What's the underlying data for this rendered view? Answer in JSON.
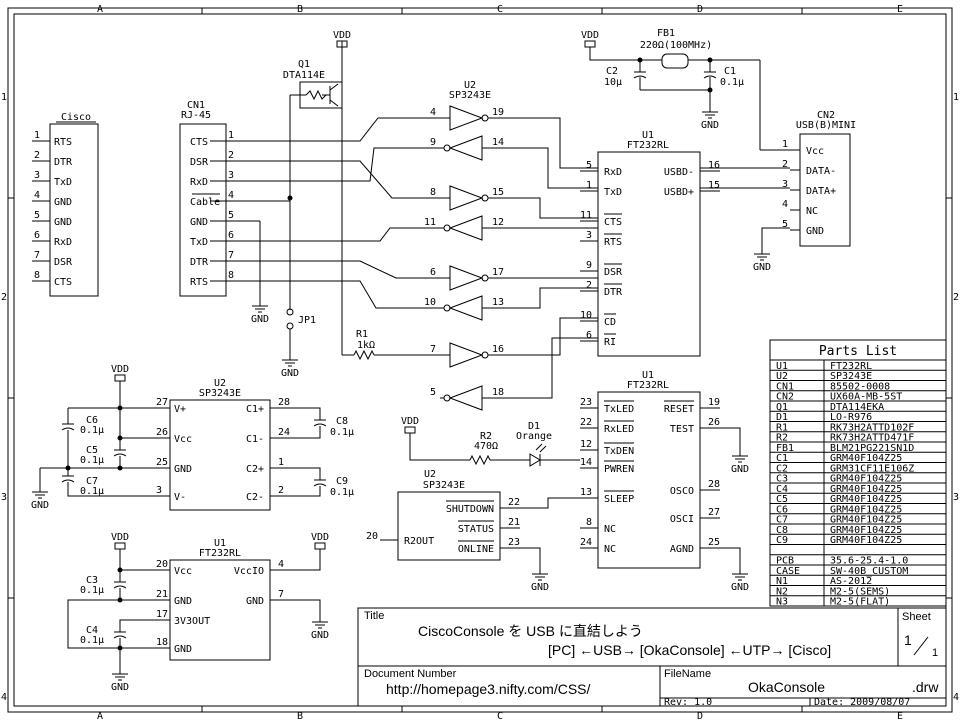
{
  "frame": {
    "columns": [
      "A",
      "B",
      "C",
      "D",
      "E"
    ],
    "rows": [
      "1",
      "2",
      "3",
      "4"
    ]
  },
  "power": {
    "vdd": "VDD",
    "gnd": "GND"
  },
  "cisco": {
    "title": "Cisco",
    "pins": [
      {
        "num": "1",
        "name": "RTS"
      },
      {
        "num": "2",
        "name": "DTR"
      },
      {
        "num": "3",
        "name": "TxD"
      },
      {
        "num": "4",
        "name": "GND"
      },
      {
        "num": "5",
        "name": "GND"
      },
      {
        "num": "6",
        "name": "RxD"
      },
      {
        "num": "7",
        "name": "DSR"
      },
      {
        "num": "8",
        "name": "CTS"
      }
    ]
  },
  "cn1": {
    "ref": "CN1",
    "type": "RJ-45",
    "pins": [
      {
        "num": "1",
        "name": "CTS"
      },
      {
        "num": "2",
        "name": "DSR"
      },
      {
        "num": "3",
        "name": "RxD"
      },
      {
        "num": "4",
        "name": "Cable"
      },
      {
        "num": "5",
        "name": "GND"
      },
      {
        "num": "6",
        "name": "TxD"
      },
      {
        "num": "7",
        "name": "DTR"
      },
      {
        "num": "8",
        "name": "RTS"
      }
    ]
  },
  "q1": {
    "ref": "Q1",
    "type": "DTA114E"
  },
  "jp1": "JP1",
  "r1": {
    "ref": "R1",
    "value": "1kΩ"
  },
  "r2": {
    "ref": "R2",
    "value": "470Ω"
  },
  "d1": {
    "ref": "D1",
    "value": "Orange"
  },
  "fb1": {
    "ref": "FB1",
    "value": "220Ω(100MHz)"
  },
  "c1": {
    "ref": "C1",
    "value": "0.1μ"
  },
  "c2": {
    "ref": "C2",
    "value": "10μ"
  },
  "u2_top": {
    "ref": "U2",
    "type": "SP3243E",
    "pins": [
      "4",
      "19",
      "9",
      "14",
      "8",
      "15",
      "11",
      "12",
      "6",
      "17",
      "10",
      "13",
      "7",
      "16",
      "5",
      "18"
    ]
  },
  "u1_top": {
    "ref": "U1",
    "type": "FT232RL",
    "left": [
      {
        "num": "5",
        "name": "RxD"
      },
      {
        "num": "1",
        "name": "TxD"
      },
      {
        "num": "11",
        "name": "CTS"
      },
      {
        "num": "3",
        "name": "RTS"
      },
      {
        "num": "9",
        "name": "DSR"
      },
      {
        "num": "2",
        "name": "DTR"
      },
      {
        "num": "10",
        "name": "CD"
      },
      {
        "num": "6",
        "name": "RI"
      }
    ],
    "right": [
      {
        "num": "16",
        "name": "USBD-"
      },
      {
        "num": "15",
        "name": "USBD+"
      }
    ]
  },
  "cn2": {
    "ref": "CN2",
    "type": "USB(B)MINI",
    "pins": [
      {
        "num": "1",
        "name": "Vcc"
      },
      {
        "num": "2",
        "name": "DATA-"
      },
      {
        "num": "3",
        "name": "DATA+"
      },
      {
        "num": "4",
        "name": "NC"
      },
      {
        "num": "5",
        "name": "GND"
      }
    ]
  },
  "u2_power": {
    "ref": "U2",
    "type": "SP3243E",
    "left": [
      {
        "num": "27",
        "name": "V+"
      },
      {
        "num": "26",
        "name": "Vcc"
      },
      {
        "num": "25",
        "name": "GND"
      },
      {
        "num": "3",
        "name": "V-"
      }
    ],
    "right": [
      {
        "num": "28",
        "name": "C1+"
      },
      {
        "num": "24",
        "name": "C1-"
      },
      {
        "num": "1",
        "name": "C2+"
      },
      {
        "num": "2",
        "name": "C2-"
      }
    ],
    "caps": [
      {
        "ref": "C6",
        "value": "0.1μ"
      },
      {
        "ref": "C5",
        "value": "0.1μ"
      },
      {
        "ref": "C7",
        "value": "0.1μ"
      },
      {
        "ref": "C8",
        "value": "0.1μ"
      },
      {
        "ref": "C9",
        "value": "0.1μ"
      }
    ]
  },
  "u1_power": {
    "ref": "U1",
    "type": "FT232RL",
    "left": [
      {
        "num": "20",
        "name": "Vcc"
      },
      {
        "num": "21",
        "name": "GND"
      },
      {
        "num": "17",
        "name": "3V3OUT"
      },
      {
        "num": "18",
        "name": "GND"
      }
    ],
    "right": [
      {
        "num": "4",
        "name": "VccIO"
      },
      {
        "num": "7",
        "name": "GND"
      }
    ],
    "caps": [
      {
        "ref": "C3",
        "value": "0.1μ"
      },
      {
        "ref": "C4",
        "value": "0.1μ"
      }
    ]
  },
  "u1_misc": {
    "ref": "U1",
    "type": "FT232RL",
    "left": [
      {
        "num": "23",
        "name": "TxLED"
      },
      {
        "num": "22",
        "name": "RxLED"
      },
      {
        "num": "12",
        "name": "TxDEN"
      },
      {
        "num": "14",
        "name": "PWREN"
      },
      {
        "num": "13",
        "name": "SLEEP"
      },
      {
        "num": "8",
        "name": "NC"
      },
      {
        "num": "24",
        "name": "NC"
      }
    ],
    "right": [
      {
        "num": "19",
        "name": "RESET"
      },
      {
        "num": "26",
        "name": "TEST"
      },
      {
        "num": "28",
        "name": "OSCO"
      },
      {
        "num": "27",
        "name": "OSCI"
      },
      {
        "num": "25",
        "name": "AGND"
      }
    ]
  },
  "u2_misc": {
    "ref": "U2",
    "type": "SP3243E",
    "left": [
      {
        "num": "20",
        "name": "R2OUT"
      }
    ],
    "right": [
      {
        "num": "22",
        "name": "SHUTDOWN"
      },
      {
        "num": "21",
        "name": "STATUS"
      },
      {
        "num": "23",
        "name": "ONLINE"
      }
    ]
  },
  "parts_list": {
    "title": "Parts List",
    "rows": [
      [
        "U1",
        "FT232RL"
      ],
      [
        "U2",
        "SP3243E"
      ],
      [
        "CN1",
        "85502-0008"
      ],
      [
        "CN2",
        "UX60A-MB-5ST"
      ],
      [
        "Q1",
        "DTA114EKA"
      ],
      [
        "D1",
        "LO-R976"
      ],
      [
        "R1",
        "RK73H2ATTD102F"
      ],
      [
        "R2",
        "RK73H2ATTD471F"
      ],
      [
        "FB1",
        "BLM21PG221SN1D"
      ],
      [
        "C1",
        "GRM40F104Z25"
      ],
      [
        "C2",
        "GRM31CF11E106Z"
      ],
      [
        "C3",
        "GRM40F104Z25"
      ],
      [
        "C4",
        "GRM40F104Z25"
      ],
      [
        "C5",
        "GRM40F104Z25"
      ],
      [
        "C6",
        "GRM40F104Z25"
      ],
      [
        "C7",
        "GRM40F104Z25"
      ],
      [
        "C8",
        "GRM40F104Z25"
      ],
      [
        "C9",
        "GRM40F104Z25"
      ],
      [
        "",
        ""
      ],
      [
        "PCB",
        "35.6-25.4-1.0"
      ],
      [
        "CASE",
        "SW-40B_CUSTOM"
      ],
      [
        "N1",
        "AS-2012"
      ],
      [
        "N2",
        "M2-5(SEMS)"
      ],
      [
        "N3",
        "M2-5(FLAT)"
      ]
    ]
  },
  "titleblock": {
    "title_label": "Title",
    "title_line1": "CiscoConsole を USB に直結しよう",
    "title_line2": "[PC] ←USB→ [OkaConsole] ←UTP→ [Cisco]",
    "sheet_label": "Sheet",
    "sheet_num": "1",
    "sheet_total": "1",
    "doc_label": "Document Number",
    "doc_value": "http://homepage3.nifty.com/CSS/",
    "file_label": "FileName",
    "file_value": "OkaConsole",
    "file_ext": ".drw",
    "rev": "Rev: 1.0",
    "date": "Date: 2009/08/07"
  }
}
